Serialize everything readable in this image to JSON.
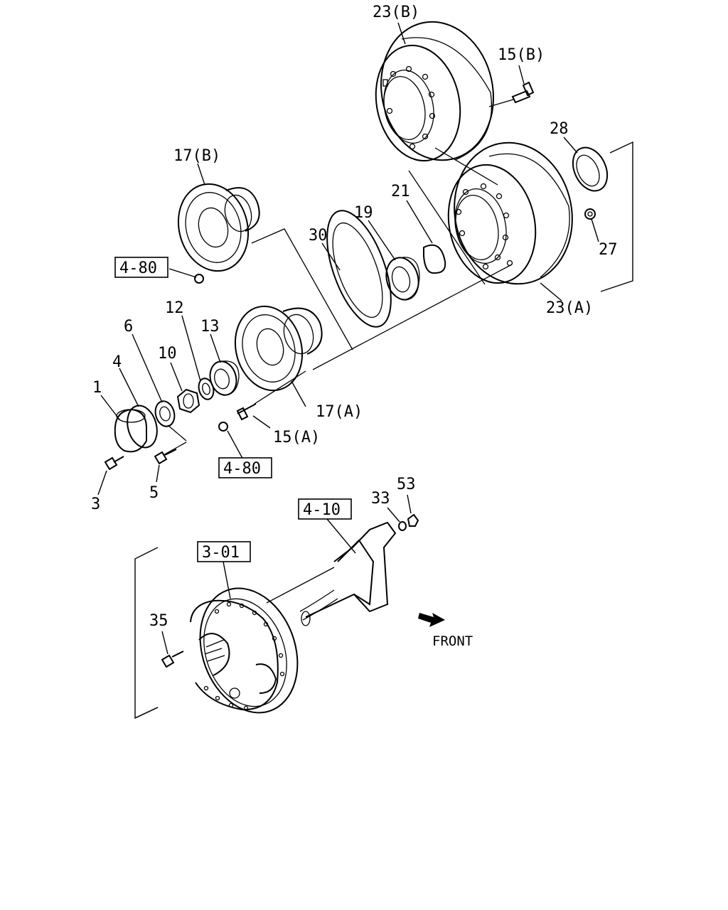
{
  "labels": {
    "p23b": "23(B)",
    "p15b": "15(B)",
    "p28": "28",
    "p27": "27",
    "p23a": "23(A)",
    "p17b": "17(B)",
    "p21": "21",
    "p19": "19",
    "p30": "30",
    "p12": "12",
    "p13": "13",
    "p6": "6",
    "p4": "4",
    "p10": "10",
    "p1": "1",
    "p17a": "17(A)",
    "p15a": "15(A)",
    "p3": "3",
    "p5": "5",
    "p33": "33",
    "p53": "53",
    "p35": "35"
  },
  "references": {
    "ref_4_80_top": "4-80",
    "ref_4_80_bottom": "4-80",
    "ref_4_10": "4-10",
    "ref_3_01": "3-01"
  },
  "direction": {
    "front_label": "FRONT"
  }
}
